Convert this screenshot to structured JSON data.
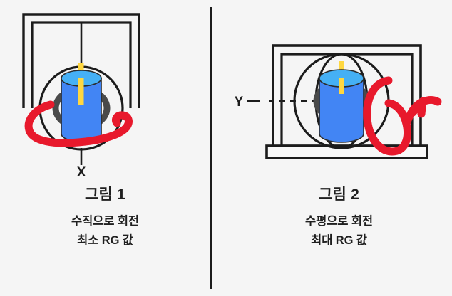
{
  "background_color": "#f5f5f5",
  "stroke_color": "#1c1c1c",
  "accent_color": "#e8192c",
  "cylinder_body_color": "#4285f4",
  "cylinder_top_color": "#45b0f5",
  "rod_color": "#ffd740",
  "ring_color": "#4a4a4a",
  "panels": [
    {
      "id": "figure-1",
      "axis_label": "X",
      "axis_orientation": "vertical",
      "title": "그림 1",
      "line1": "수직으로 회전",
      "line2": "최소 RG 값",
      "rotation_hint": "horizontal-loop-arrow",
      "frame_type": "inverted-u-gate"
    },
    {
      "id": "figure-2",
      "axis_label": "Y",
      "axis_orientation": "horizontal",
      "title": "그림 2",
      "line1": "수평으로 회전",
      "line2": "최대 RG 값",
      "rotation_hint": "vertical-loop-arrow",
      "frame_type": "box-with-base"
    }
  ]
}
